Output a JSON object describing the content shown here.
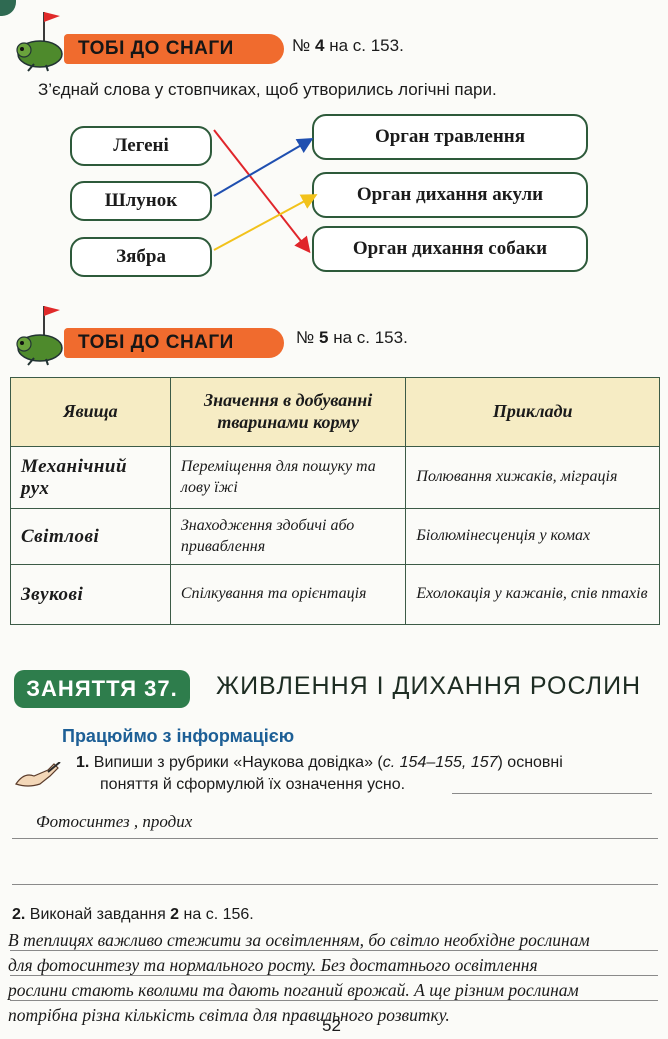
{
  "section1": {
    "banner": "ТОБІ ДО СНАГИ",
    "task_ref_prefix": "№",
    "task_ref_num": "4",
    "task_ref_suffix": "на с. 153.",
    "instruction": "З’єднай слова у стовпчиках, щоб утворились логічні пари.",
    "left_words": [
      "Легені",
      "Шлунок",
      "Зябра"
    ],
    "right_words": [
      "Орган травлення",
      "Орган дихання акули",
      "Орган дихання собаки"
    ],
    "connections": [
      {
        "from": "Легені",
        "to": "Орган дихання собаки",
        "color": "#e0262b"
      },
      {
        "from": "Шлунок",
        "to": "Орган травлення",
        "color": "#1f4fb0"
      },
      {
        "from": "Зябра",
        "to": "Орган дихання акули",
        "color": "#f2c21b"
      }
    ]
  },
  "section2": {
    "banner": "ТОБІ ДО СНАГИ",
    "task_ref_prefix": "№",
    "task_ref_num": "5",
    "task_ref_suffix": "на с. 153.",
    "table": {
      "headers": [
        "Явища",
        "Значення в добуванні тваринами корму",
        "Приклади"
      ],
      "rows": [
        [
          "Механічний рух",
          "Переміщення для пошуку та лову їжі",
          "Полювання хижаків, міграція"
        ],
        [
          "Світлові",
          "Знаходження здобичі або приваблення",
          "Біолюмінесценція у комах"
        ],
        [
          "Звукові",
          "Спілкування та орієнтація",
          "Ехолокація у кажанів, спів птахів"
        ]
      ]
    }
  },
  "lesson": {
    "badge": "ЗАНЯТТЯ 37.",
    "title": "ЖИВЛЕННЯ І ДИХАННЯ РОСЛИН",
    "subheading": "Працюймо з інформацією"
  },
  "task1": {
    "number": "1.",
    "text_a": "Випиши з рубрики «Наукова довідка» (",
    "text_ref": "с. 154–155, 157",
    "text_b": ") основні",
    "text_line2": "поняття й сформулюй їх означення усно.",
    "answer": "Фотосинтез , продих"
  },
  "task2": {
    "number": "2.",
    "text_a": "Виконай завдання ",
    "text_num": "2",
    "text_b": " на с. 156.",
    "answer_lines": [
      "В теплицях важливо стежити за освітленням, бо світло необхідне рослинам",
      "для фотосинтезу та нормального росту. Без достатнього освітлення",
      "рослини стають кволими та дають поганий врожай. А ще різним рослинам",
      "потрібна різна кількість світла для правильного розвитку."
    ]
  },
  "page_number": "52",
  "colors": {
    "banner_orange": "#f06b2e",
    "lesson_green": "#2e7d4c",
    "table_header": "#f6ecc4",
    "subheading_blue": "#1d5f96"
  }
}
